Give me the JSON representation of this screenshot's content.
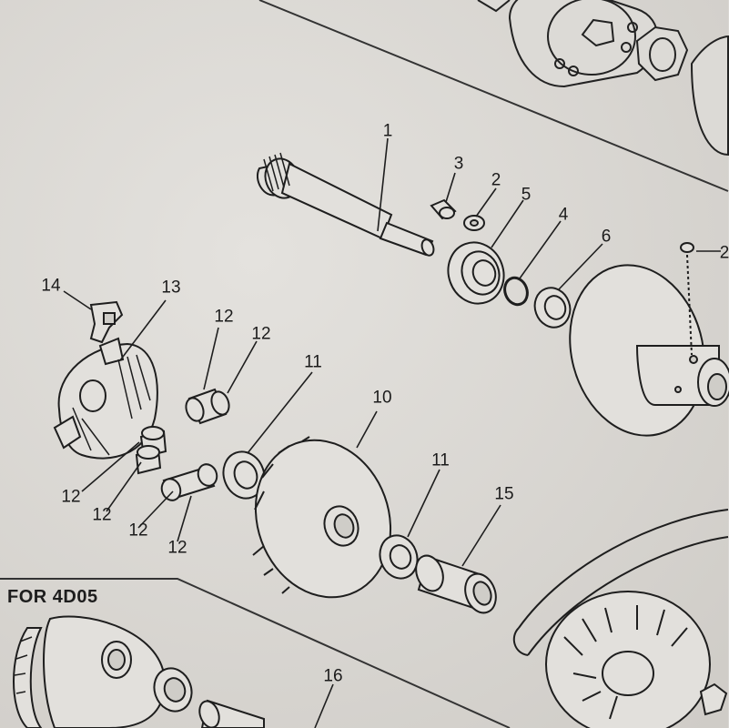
{
  "diagram": {
    "variant_title": "FOR 4D05",
    "callouts": {
      "c1": "1",
      "c2a": "2",
      "c2b": "2",
      "c3": "3",
      "c4": "4",
      "c5": "5",
      "c6": "6",
      "c10": "10",
      "c11a": "11",
      "c11b": "11",
      "c12a": "12",
      "c12b": "12",
      "c12c": "12",
      "c12d": "12",
      "c12e": "12",
      "c12f": "12",
      "c13": "13",
      "c14": "14",
      "c15": "15",
      "c16": "16"
    }
  }
}
